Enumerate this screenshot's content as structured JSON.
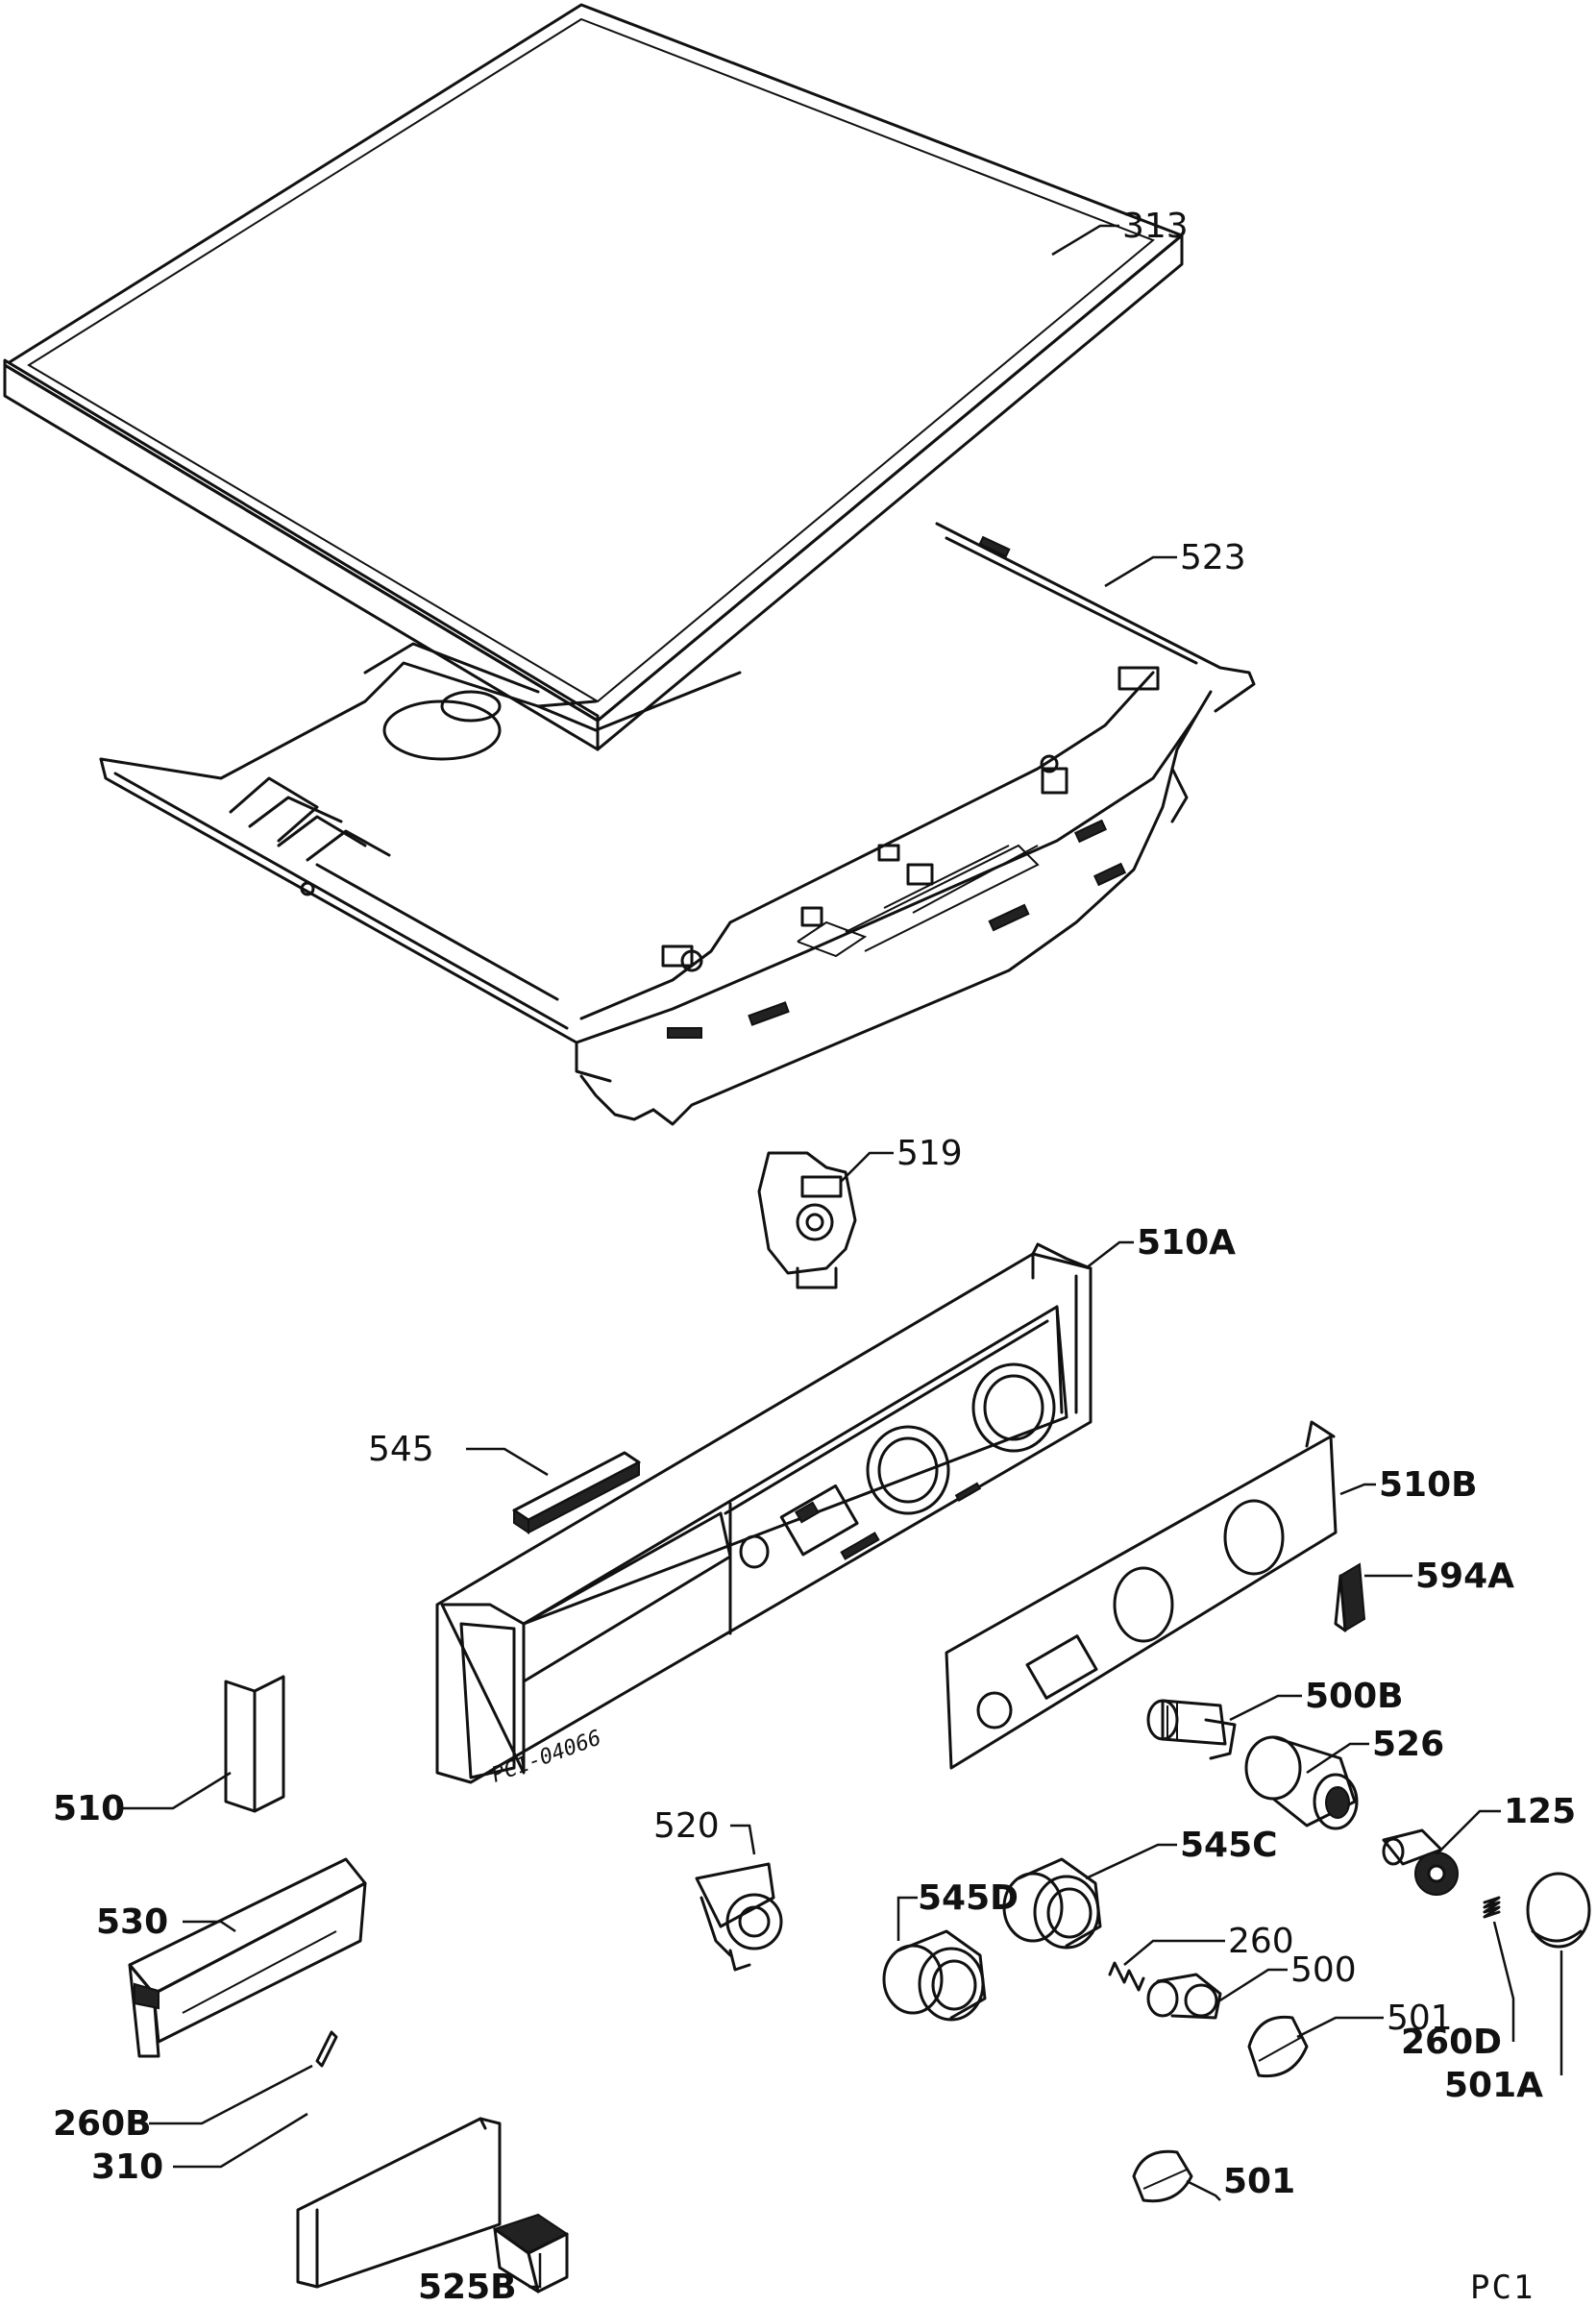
{
  "labels": {
    "p313": "313",
    "p523": "523",
    "p519": "519",
    "p510a": "510A",
    "p545": "545",
    "p510b": "510B",
    "p594a": "594A",
    "p500b": "500B",
    "p510": "510",
    "p526": "526",
    "p125": "125",
    "p520": "520",
    "p545d": "545D",
    "p545c": "545C",
    "p260": "260",
    "p530": "530",
    "p500": "500",
    "p501_upper": "501",
    "p260d": "260D",
    "p501a": "501A",
    "p260b": "260B",
    "p310": "310",
    "p501_lower": "501",
    "p525b": "525B"
  },
  "panel_stamp": "PC1-04066",
  "sheet_code": "PC1"
}
